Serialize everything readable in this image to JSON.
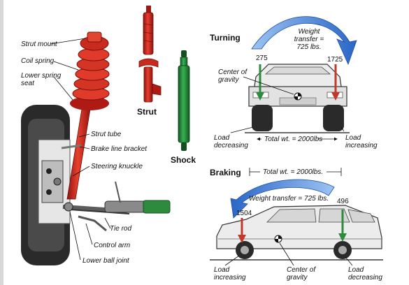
{
  "suspension": {
    "strut_mount": "Strut mount",
    "coil_spring": "Coil spring",
    "lower_spring_seat": "Lower spring\nseat",
    "strut_tube": "Strut tube",
    "brake_line_bracket": "Brake line bracket",
    "steering_knuckle": "Steering knuckle",
    "tie_rod": "Tie rod",
    "control_arm": "Control arm",
    "lower_ball_joint": "Lower ball joint"
  },
  "parts": {
    "strut": "Strut",
    "shock": "Shock"
  },
  "turning": {
    "title": "Turning",
    "weight_transfer": "Weight\ntransfer =\n725 lbs.",
    "left_value": "275",
    "right_value": "1725",
    "center_of_gravity": "Center of\ngravity",
    "load_decreasing": "Load\ndecreasing",
    "total_weight": "Total wt. = 2000lbs",
    "load_increasing": "Load\nincreasing"
  },
  "braking": {
    "title": "Braking",
    "total_weight": "Total wt. = 2000lbs.",
    "weight_transfer": "Weight transfer = 725 lbs.",
    "right_value": "496",
    "left_value": "1504",
    "load_increasing": "Load\nincreasing",
    "center_of_gravity": "Center of\ngravity",
    "load_decreasing": "Load\ndecreasing"
  },
  "colors": {
    "strut_red": "#c8201c",
    "spring_red": "#d42a20",
    "shock_green": "#1f8a3a",
    "arrow_blue": "#2f6fd0",
    "arrow_red": "#c0392b",
    "arrow_green": "#2e8b3e"
  }
}
